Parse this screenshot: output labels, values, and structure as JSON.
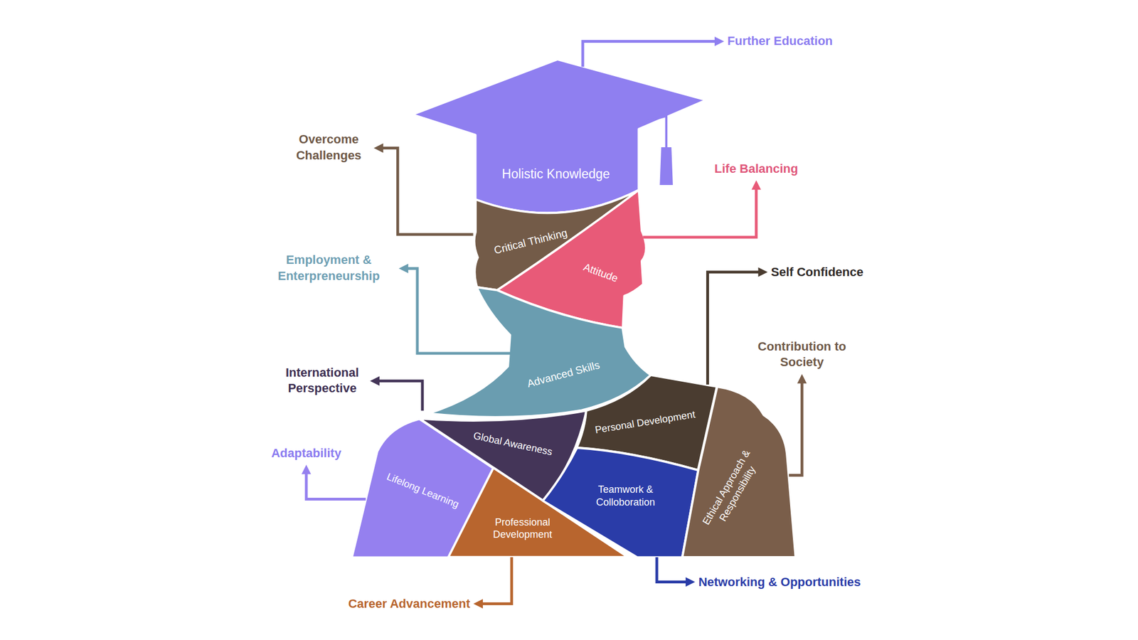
{
  "diagram": {
    "nodes": [
      {
        "text": [
          "Holistic Knowledge"
        ]
      },
      {
        "text": [
          "Critical Thinking"
        ]
      },
      {
        "text": [
          "Attitude"
        ]
      },
      {
        "text": [
          "Advanced Skills"
        ]
      },
      {
        "text": [
          "Global Awareness"
        ]
      },
      {
        "text": [
          "Personal Development"
        ]
      },
      {
        "text": [
          "Lifelong Learning"
        ]
      },
      {
        "text": [
          "Professional Development"
        ]
      },
      {
        "text": [
          "Teamwork & Colloboration"
        ]
      },
      {
        "text": [
          "Ethical Approach & Responsibility"
        ]
      },
      {
        "text": [
          "Further Education"
        ]
      },
      {
        "text": [
          "Overcome Challenges"
        ]
      },
      {
        "text": [
          "Life Balancing"
        ]
      },
      {
        "text": [
          "Employment & Enterpreneurship"
        ]
      },
      {
        "text": [
          "Self Confidence"
        ]
      },
      {
        "text": [
          "International Perspective"
        ]
      },
      {
        "text": [
          "Contribution to Society"
        ]
      },
      {
        "text": [
          "Adaptability"
        ]
      },
      {
        "text": [
          "Career Advancement"
        ]
      },
      {
        "text": [
          "Networking & Opportunities"
        ]
      }
    ],
    "edges": [
      {
        "from": 0,
        "to": 10,
        "arrow": "to"
      },
      {
        "from": 1,
        "to": 11,
        "arrow": "to"
      },
      {
        "from": 2,
        "to": 12,
        "arrow": "to"
      },
      {
        "from": 3,
        "to": 13,
        "arrow": "to"
      },
      {
        "from": 5,
        "to": 14,
        "arrow": "to"
      },
      {
        "from": 4,
        "to": 15,
        "arrow": "to"
      },
      {
        "from": 9,
        "to": 16,
        "arrow": "to"
      },
      {
        "from": 6,
        "to": 17,
        "arrow": "to"
      },
      {
        "from": 7,
        "to": 18,
        "arrow": "to"
      },
      {
        "from": 8,
        "to": 19,
        "arrow": "to"
      }
    ]
  }
}
